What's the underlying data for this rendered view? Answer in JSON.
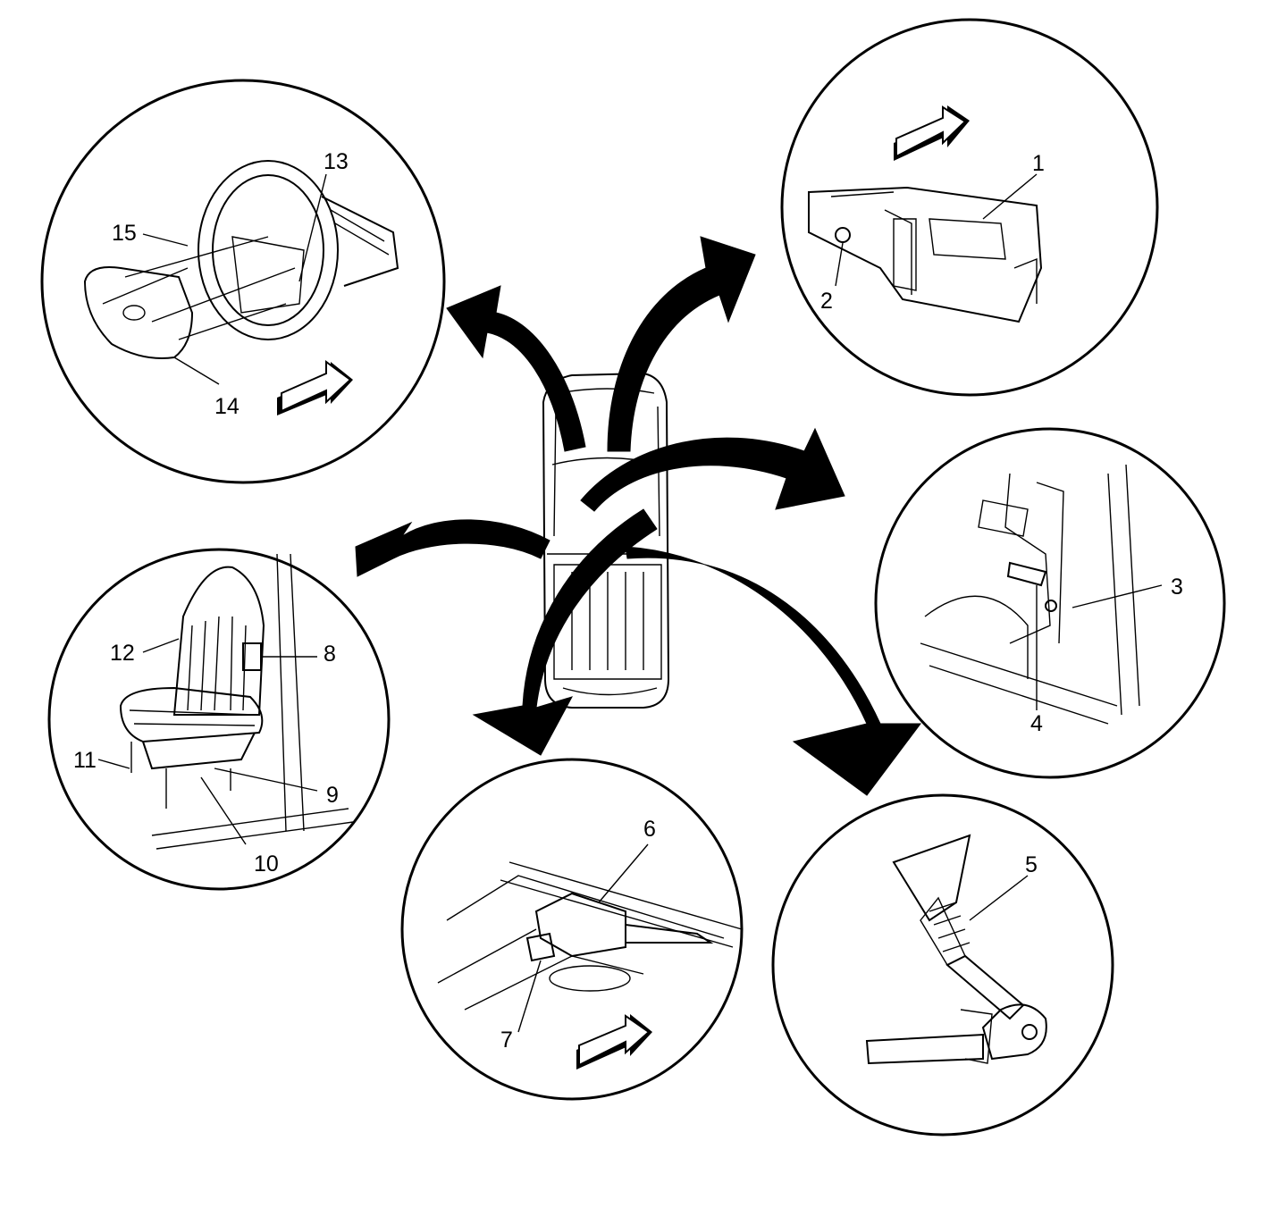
{
  "callouts": [
    {
      "id": "1",
      "text": "1"
    },
    {
      "id": "2",
      "text": "2"
    },
    {
      "id": "3",
      "text": "3"
    },
    {
      "id": "4",
      "text": "4"
    },
    {
      "id": "5",
      "text": "5"
    },
    {
      "id": "6",
      "text": "6"
    },
    {
      "id": "7",
      "text": "7"
    },
    {
      "id": "8",
      "text": "8"
    },
    {
      "id": "9",
      "text": "9"
    },
    {
      "id": "10",
      "text": "10"
    },
    {
      "id": "11",
      "text": "11"
    },
    {
      "id": "12",
      "text": "12"
    },
    {
      "id": "13",
      "text": "13"
    },
    {
      "id": "14",
      "text": "14"
    },
    {
      "id": "15",
      "text": "15"
    }
  ],
  "colors": {
    "ink": "#000000",
    "paper": "#ffffff"
  },
  "icons": [
    "vehicle-top-view-icon",
    "direction-arrow-icon",
    "forward-arrow-icon"
  ]
}
